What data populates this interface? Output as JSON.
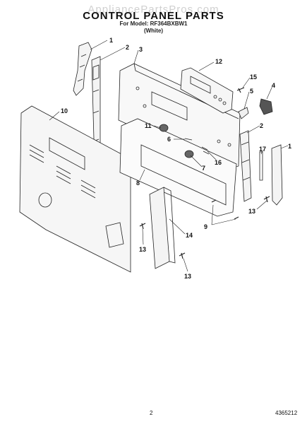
{
  "watermark": "AppliancePartsPros.com",
  "title": "CONTROL PANEL PARTS",
  "model_line": "For Model: RF364BXBW1",
  "color_line": "(White)",
  "page_number": "2",
  "doc_number": "4365212",
  "callouts": [
    {
      "id": "c1a",
      "label": "1"
    },
    {
      "id": "c2a",
      "label": "2"
    },
    {
      "id": "c3",
      "label": "3"
    },
    {
      "id": "c12",
      "label": "12"
    },
    {
      "id": "c15",
      "label": "15"
    },
    {
      "id": "c4",
      "label": "4"
    },
    {
      "id": "c5",
      "label": "5"
    },
    {
      "id": "c10",
      "label": "10"
    },
    {
      "id": "c11",
      "label": "11"
    },
    {
      "id": "c6",
      "label": "6"
    },
    {
      "id": "c2b",
      "label": "2"
    },
    {
      "id": "c17",
      "label": "17"
    },
    {
      "id": "c1b",
      "label": "1"
    },
    {
      "id": "c16",
      "label": "16"
    },
    {
      "id": "c7",
      "label": "7"
    },
    {
      "id": "c8",
      "label": "8"
    },
    {
      "id": "c13a",
      "label": "13"
    },
    {
      "id": "c9",
      "label": "9"
    },
    {
      "id": "c14",
      "label": "14"
    },
    {
      "id": "c13b",
      "label": "13"
    },
    {
      "id": "c13c",
      "label": "13"
    }
  ]
}
